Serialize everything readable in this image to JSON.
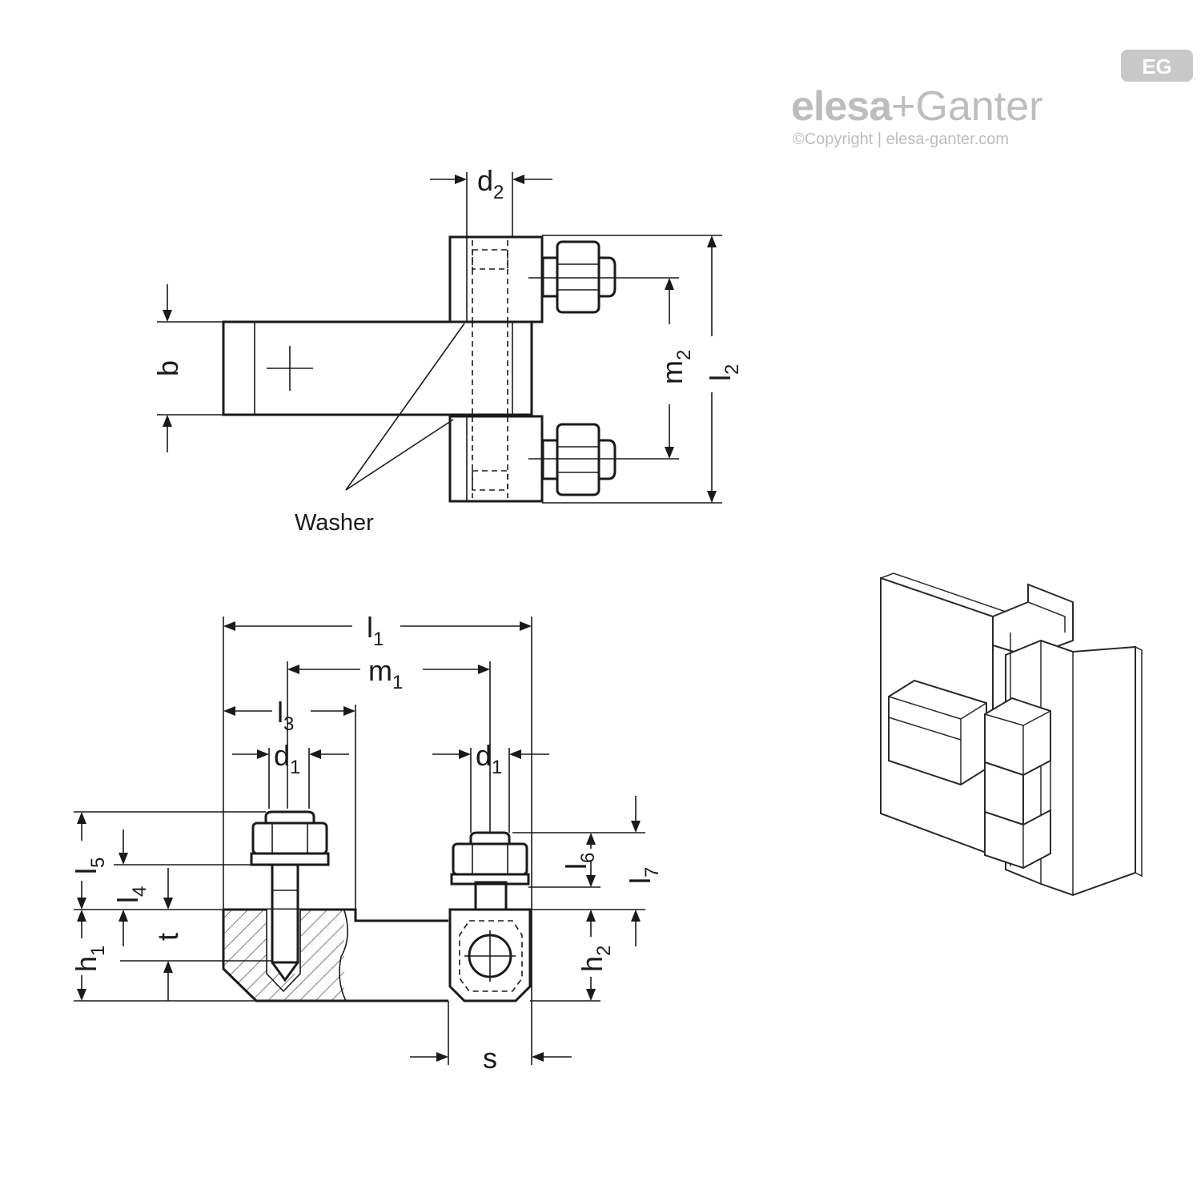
{
  "brand": {
    "badge": "EG",
    "name_left": "elesa",
    "name_plus": "+",
    "name_right": "Ganter",
    "copyright": "©Copyright | elesa-ganter.com"
  },
  "top_view": {
    "labels": {
      "b": "b",
      "d2_main": "d",
      "d2_sub": "2",
      "m2_main": "m",
      "m2_sub": "2",
      "l2_main": "l",
      "l2_sub": "2"
    },
    "washer_note": "Washer"
  },
  "front_view": {
    "labels": {
      "l1_main": "l",
      "l1_sub": "1",
      "m1_main": "m",
      "m1_sub": "1",
      "l3_main": "l",
      "l3_sub": "3",
      "d1_left_main": "d",
      "d1_left_sub": "1",
      "d1_right_main": "d",
      "d1_right_sub": "1",
      "l5_main": "l",
      "l5_sub": "5",
      "l4_main": "l",
      "l4_sub": "4",
      "l6_main": "l",
      "l6_sub": "6",
      "l7_main": "l",
      "l7_sub": "7",
      "h1_main": "h",
      "h1_sub": "1",
      "t": "t",
      "h2_main": "h",
      "h2_sub": "2",
      "s": "s"
    }
  }
}
